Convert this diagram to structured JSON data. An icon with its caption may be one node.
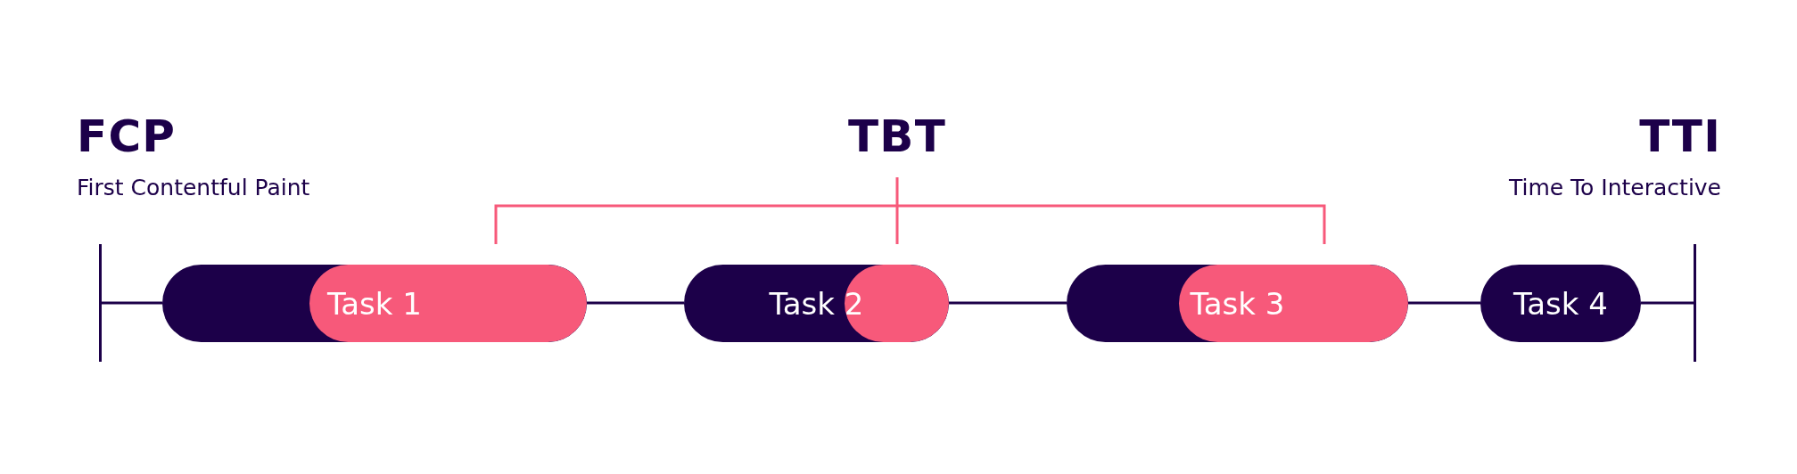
{
  "diagram": {
    "nodes": [
      {
        "text": [
          "FCP",
          "First Contentful Paint"
        ]
      },
      {
        "text": [
          "TBT"
        ]
      },
      {
        "text": [
          "TTI",
          "Time To Interactive"
        ]
      },
      {
        "text": [],
        "shape": "bar"
      },
      {
        "text": [
          "Task 1"
        ]
      },
      {
        "text": [
          "Task 2"
        ]
      },
      {
        "text": [
          "Task 3"
        ]
      },
      {
        "text": [
          "Task 4"
        ]
      },
      {
        "text": [],
        "shape": "bar"
      }
    ],
    "edges": [
      {
        "from": 3,
        "to": 4,
        "arrow": "none"
      },
      {
        "from": 4,
        "to": 5,
        "arrow": "none"
      },
      {
        "from": 5,
        "to": 6,
        "arrow": "none"
      },
      {
        "from": 6,
        "to": 7,
        "arrow": "none"
      },
      {
        "from": 7,
        "to": 8,
        "arrow": "none"
      }
    ]
  }
}
